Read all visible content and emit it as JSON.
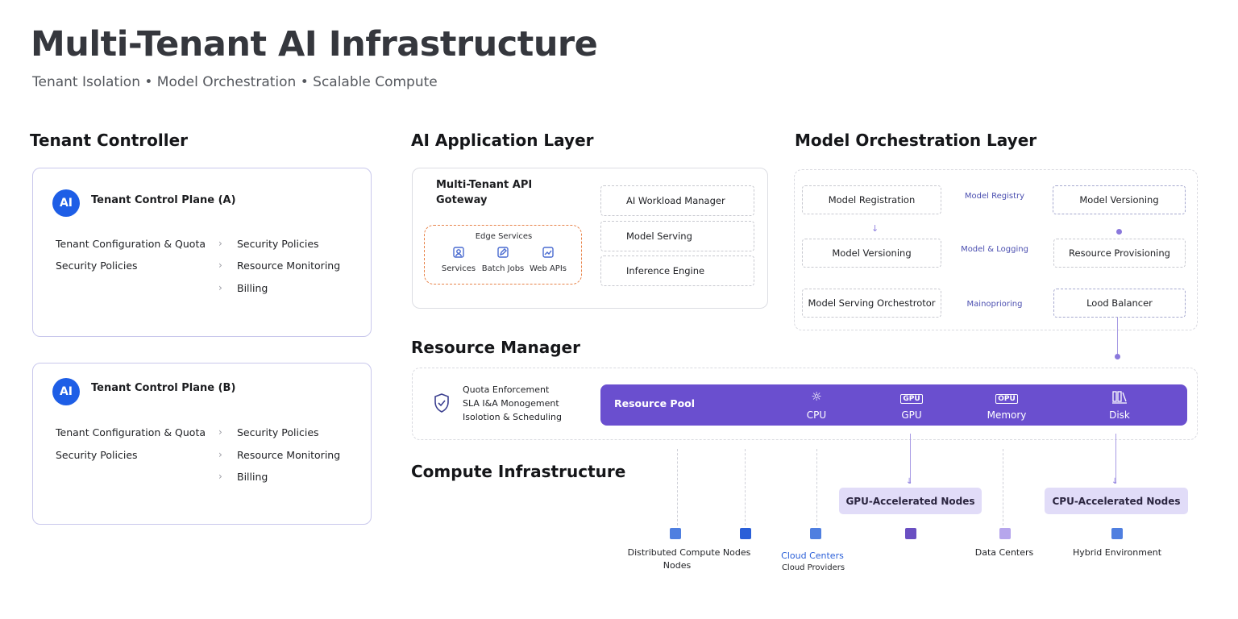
{
  "header": {
    "title": "Multi-Tenant AI Infrastructure",
    "subtitle": "Tenant Isolation • Model Orchestration • Scalable Compute"
  },
  "sections": {
    "tenant_controller": "Tenant Controller",
    "ai_application_layer": "AI Application Layer",
    "model_orchestration_layer": "Model Orchestration Layer",
    "resource_manager": "Resource Manager",
    "compute_infrastructure": "Compute Infrastructure"
  },
  "tenant_planes": [
    {
      "badge": "AI",
      "title": "Tenant Control Plane (A)",
      "left_items": [
        "Tenant Configuration & Quota",
        "Security Policies"
      ],
      "right_items": [
        "Security Policies",
        "Resource Monitoring",
        "Billing"
      ],
      "chevron": "›"
    },
    {
      "badge": "AI",
      "title": "Tenant Control Plane (B)",
      "left_items": [
        "Tenant Configuration & Quota",
        "Security Policies"
      ],
      "right_items": [
        "Security Policies",
        "Resource Monitoring",
        "Billing"
      ],
      "chevron": "›"
    }
  ],
  "app_layer": {
    "gateway_title": "Multi-Tenant API Goteway",
    "edge": {
      "label": "Edge Services",
      "items": [
        {
          "label": "Services",
          "icon": "user-icon"
        },
        {
          "label": "Batch Jobs",
          "icon": "edit-icon"
        },
        {
          "label": "Web APIs",
          "icon": "chart-icon"
        }
      ]
    },
    "modules": [
      "AI Workload Manager",
      "Model Serving",
      "Inference Engine"
    ]
  },
  "orchestration": {
    "left": [
      "Model Registration",
      "Model Versioning",
      "Model Serving Orchestrotor"
    ],
    "middle": [
      "Model Registry",
      "Model & Logging",
      "Mainoprioring"
    ],
    "right": [
      "Model Versioning",
      "Resource Provisioning",
      "Lood Balancer"
    ],
    "arrow": "↓"
  },
  "resource_manager": {
    "features": [
      "Quota Enforcement",
      "SLA I&A Monogement",
      "Isolotion & Scheduling"
    ],
    "pool_label": "Resource Pool",
    "resources": [
      {
        "label": "CPU",
        "icon": "gear-icon",
        "glyph": "☼"
      },
      {
        "label": "GPU",
        "icon": "gpu-icon",
        "glyph": "GPU"
      },
      {
        "label": "Memory",
        "icon": "memory-icon",
        "glyph": "OPU"
      },
      {
        "label": "Disk",
        "icon": "disk-icon",
        "glyph": ""
      }
    ]
  },
  "compute": {
    "gpu_nodes": "GPU-Accelerated Nodes",
    "cpu_nodes": "CPU-Accelerated Nodes",
    "labels": {
      "distributed": "Distributed Compute Nodes",
      "distributed_sub": "Nodes",
      "cloud": "Cloud Centers",
      "cloud_sub": "Cloud Providers",
      "data": "Data Centers",
      "hybrid": "Hybrid Environment"
    }
  },
  "colors": {
    "accent_blue": "#1e5ee6",
    "pool_purple": "#6a4fcf",
    "node_lavender": "#e1dcf8",
    "edge_orange": "#e8844a"
  }
}
